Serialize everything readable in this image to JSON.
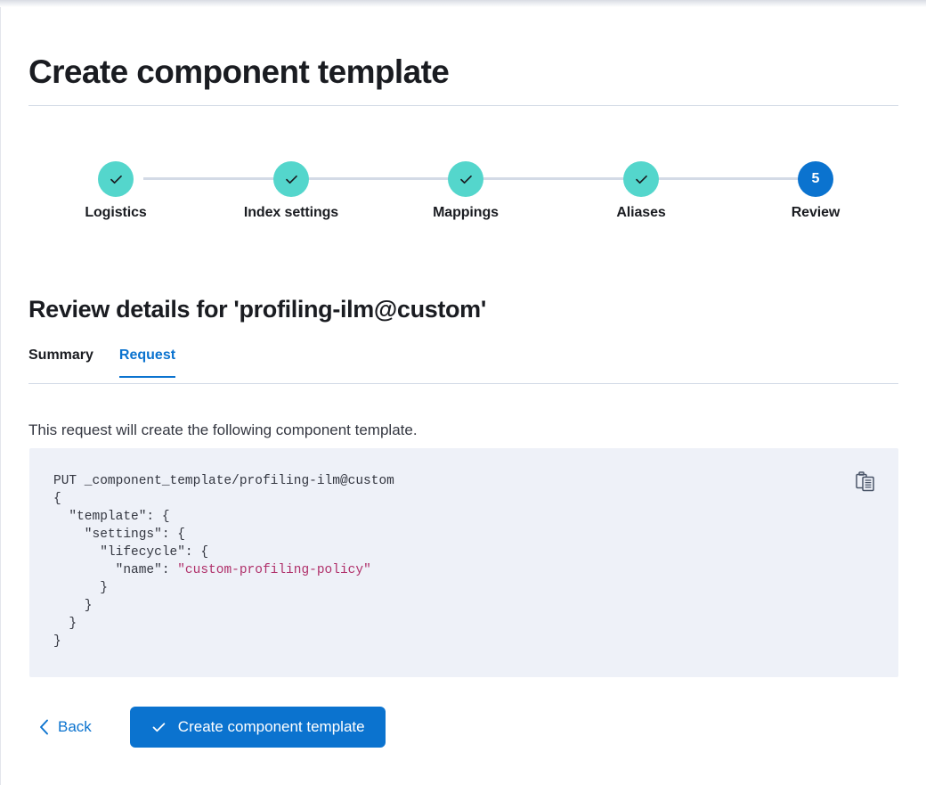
{
  "page": {
    "title": "Create component template"
  },
  "stepper": {
    "steps": [
      {
        "label": "Logistics",
        "state": "done",
        "indicator": "check"
      },
      {
        "label": "Index settings",
        "state": "done",
        "indicator": "check"
      },
      {
        "label": "Mappings",
        "state": "done",
        "indicator": "check"
      },
      {
        "label": "Aliases",
        "state": "done",
        "indicator": "check"
      },
      {
        "label": "Review",
        "state": "current",
        "indicator": "5"
      }
    ],
    "colors": {
      "done": "#54d6cc",
      "current": "#0b73cf",
      "connector": "#d3dae6"
    }
  },
  "review": {
    "heading": "Review details for 'profiling-ilm@custom'",
    "tabs": [
      {
        "label": "Summary",
        "active": false
      },
      {
        "label": "Request",
        "active": true
      }
    ],
    "description": "This request will create the following component template.",
    "code": {
      "copy_icon": "copy-clipboard-icon",
      "method_line": "PUT _component_template/profiling-ilm@custom",
      "lines": [
        "{",
        "  \"template\": {",
        "    \"settings\": {",
        "      \"lifecycle\": {",
        "        \"name\": ",
        "      }",
        "    }",
        "  }",
        "}"
      ],
      "string_value": "\"custom-profiling-policy\"",
      "background": "#eef1f8",
      "string_color": "#b0306a"
    }
  },
  "actions": {
    "back_label": "Back",
    "back_icon": "chevron-left-icon",
    "create_label": "Create component template",
    "create_icon": "check-icon",
    "primary_color": "#0b73cf"
  }
}
